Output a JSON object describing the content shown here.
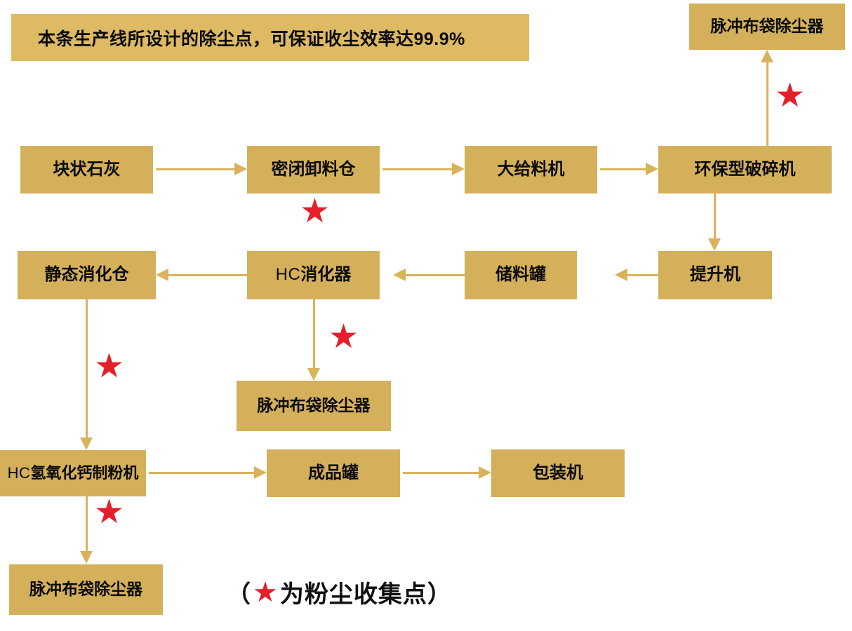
{
  "diagram": {
    "title_banner": "本条生产线所设计的除尘点，可保证收尘效率达99.9%",
    "legend": {
      "open_paren": "（",
      "star_glyph": "★",
      "text": "为粉尘收集点",
      "close_paren": "）"
    },
    "colors": {
      "box_fill": "#D4B05A",
      "banner_fill": "#DDBA63",
      "connector": "#D9B35C",
      "star": "#E3202A",
      "text": "#0a0a0a",
      "background": "#FFFFFF"
    },
    "nodes": [
      {
        "id": "dust-collector-top-right",
        "label": "脉冲布袋除尘器",
        "row": 0
      },
      {
        "id": "lump-lime",
        "label": "块状石灰",
        "row": 1
      },
      {
        "id": "sealed-unloader",
        "label": "密闭卸料仓",
        "row": 1
      },
      {
        "id": "large-feeder",
        "label": "大给料机",
        "row": 1
      },
      {
        "id": "eco-crusher",
        "label": "环保型破碎机",
        "row": 1
      },
      {
        "id": "static-digester",
        "label": "静态消化仓",
        "row": 2
      },
      {
        "id": "hc-digester",
        "label": "消化器",
        "prefix": "HC",
        "row": 2
      },
      {
        "id": "storage-tank",
        "label": "储料罐",
        "row": 2
      },
      {
        "id": "elevator",
        "label": "提升机",
        "row": 2
      },
      {
        "id": "dust-collector-middle",
        "label": "脉冲布袋除尘器",
        "row": 3
      },
      {
        "id": "hc-hydrated-lime-mill",
        "label": "氢氧化钙制粉机",
        "prefix": "HC",
        "row": 4
      },
      {
        "id": "product-tank",
        "label": "成品罐",
        "row": 4
      },
      {
        "id": "packing-machine",
        "label": "包装机",
        "row": 4
      },
      {
        "id": "dust-collector-bottom-left",
        "label": "脉冲布袋除尘器",
        "row": 5
      }
    ],
    "edges": [
      {
        "from": "lump-lime",
        "to": "sealed-unloader",
        "dir": "right"
      },
      {
        "from": "sealed-unloader",
        "to": "large-feeder",
        "dir": "right"
      },
      {
        "from": "large-feeder",
        "to": "eco-crusher",
        "dir": "right"
      },
      {
        "from": "eco-crusher",
        "to": "dust-collector-top-right",
        "dir": "up",
        "dust_point": true
      },
      {
        "from": "eco-crusher",
        "to": "elevator",
        "dir": "down"
      },
      {
        "from": "elevator",
        "to": "storage-tank",
        "dir": "left"
      },
      {
        "from": "storage-tank",
        "to": "hc-digester",
        "dir": "left"
      },
      {
        "from": "hc-digester",
        "to": "static-digester",
        "dir": "left"
      },
      {
        "from": "hc-digester",
        "to": "dust-collector-middle",
        "dir": "down",
        "dust_point": true
      },
      {
        "from": "static-digester",
        "to": "hc-hydrated-lime-mill",
        "dir": "down",
        "dust_point": true
      },
      {
        "from": "hc-hydrated-lime-mill",
        "to": "product-tank",
        "dir": "right"
      },
      {
        "from": "product-tank",
        "to": "packing-machine",
        "dir": "right"
      },
      {
        "from": "hc-hydrated-lime-mill",
        "to": "dust-collector-bottom-left",
        "dir": "down",
        "dust_point": true
      }
    ],
    "dust_points": [
      {
        "near": "sealed-unloader",
        "glyph": "★"
      },
      {
        "near": "eco-crusher",
        "glyph": "★"
      },
      {
        "near": "hc-digester",
        "glyph": "★"
      },
      {
        "near": "static-digester",
        "glyph": "★"
      },
      {
        "near": "hc-hydrated-lime-mill",
        "glyph": "★"
      }
    ],
    "dust_point_count": 5
  }
}
